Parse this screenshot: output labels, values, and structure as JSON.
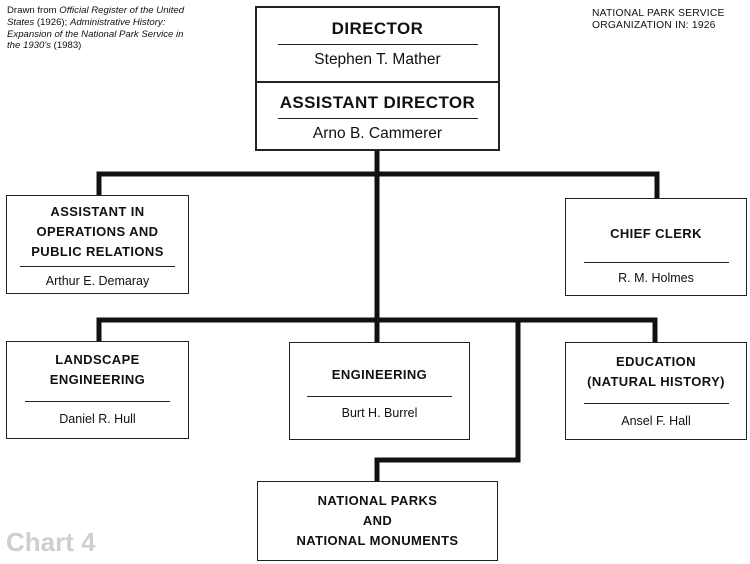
{
  "source_note": {
    "prefix": "Drawn from ",
    "register_title": "Official Register of the United States",
    "register_year": " (1926); ",
    "history_title": "Administrative History:  Expansion of the National Park Service in the 1930's",
    "history_year": " (1983)"
  },
  "org_label": {
    "line1": "National Park Service",
    "line2": "Organization in:  1926"
  },
  "chart_label": "Chart 4",
  "director": {
    "title": "Director",
    "name": "Stephen T. Mather",
    "assistant_title": "Assistant Director",
    "assistant_name": "Arno B. Cammerer"
  },
  "units": {
    "operations": {
      "title_l1": "Assistant in",
      "title_l2": "Operations and",
      "title_l3": "Public Relations",
      "head": "Arthur E. Demaray"
    },
    "chief_clerk": {
      "title": "Chief Clerk",
      "head": "R. M. Holmes"
    },
    "landscape": {
      "title_l1": "Landscape",
      "title_l2": "Engineering",
      "head": "Daniel R. Hull"
    },
    "engineering": {
      "title": "Engineering",
      "head": "Burt H. Burrel"
    },
    "education": {
      "title_l1": "Education",
      "title_l2": "(Natural History)",
      "head": "Ansel F. Hall"
    },
    "parks": {
      "title_l1": "National Parks",
      "title_l2": "and",
      "title_l3": "National Monuments"
    }
  }
}
